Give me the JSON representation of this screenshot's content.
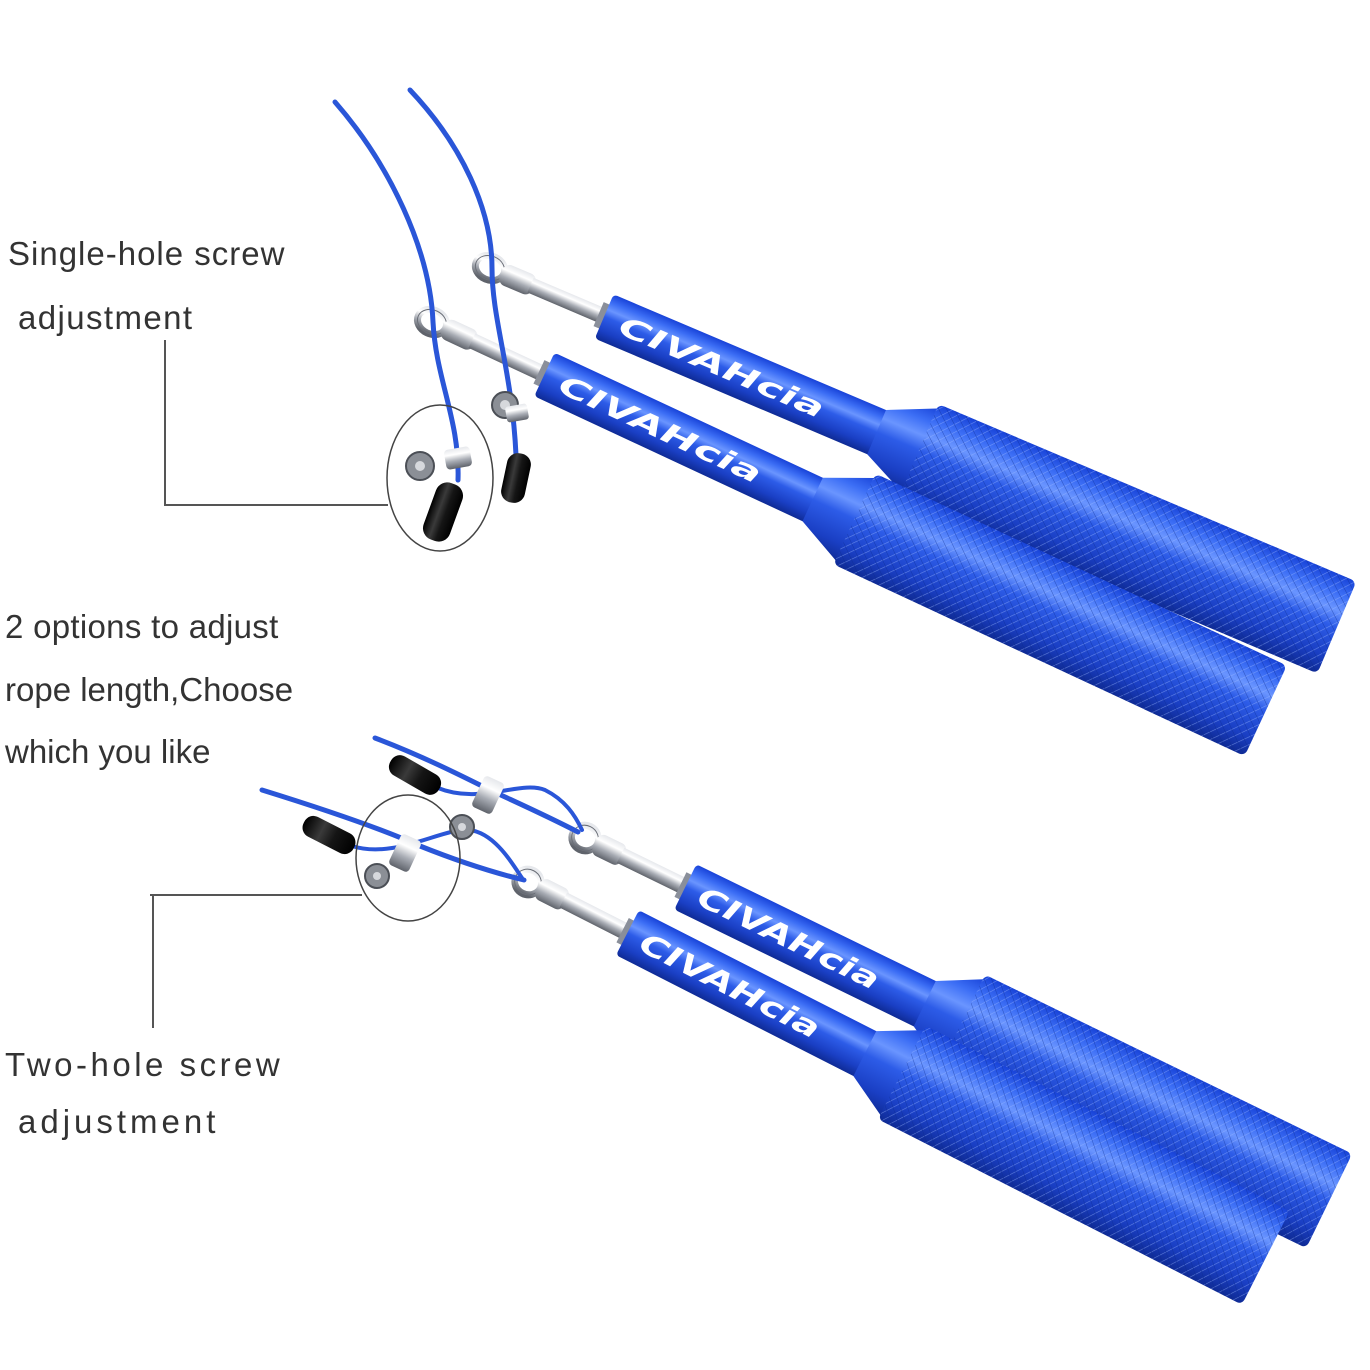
{
  "labels": {
    "single_hole": [
      "Single-hole screw",
      "adjustment"
    ],
    "options": [
      "2 options to adjust",
      "rope length,Choose",
      "which you like"
    ],
    "two_hole": [
      "Two-hole screw",
      "adjustment"
    ]
  },
  "brand": {
    "logo": "CIVAHcia"
  },
  "colors": {
    "background": "#ffffff",
    "handle_blue": "#1f4fe0",
    "rope_blue": "#2a56d8",
    "cable_tip_black": "#151515",
    "metal_silver": "#c0c4cc",
    "label_text": "#333333"
  }
}
